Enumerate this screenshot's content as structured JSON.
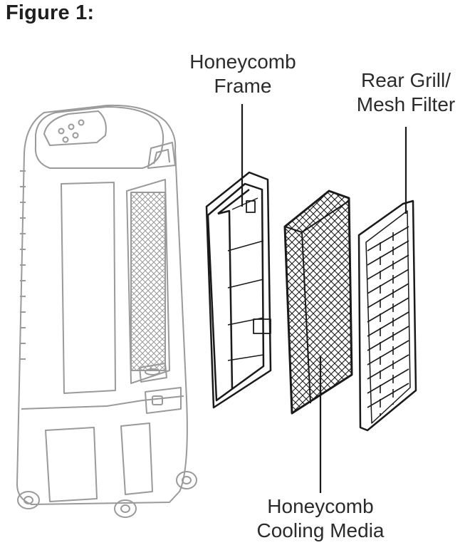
{
  "figure": {
    "title": "Figure 1:"
  },
  "labels": {
    "honeycomb_frame": [
      "Honeycomb",
      "Frame"
    ],
    "rear_grill": [
      "Rear Grill/",
      "Mesh Filter"
    ],
    "cooling_media": [
      "Honeycomb",
      "Cooling Media"
    ]
  },
  "colors": {
    "unit_outline": "#9a9a9a",
    "part_outline": "#1a1a1a",
    "leader_line": "#1a1a1a"
  }
}
